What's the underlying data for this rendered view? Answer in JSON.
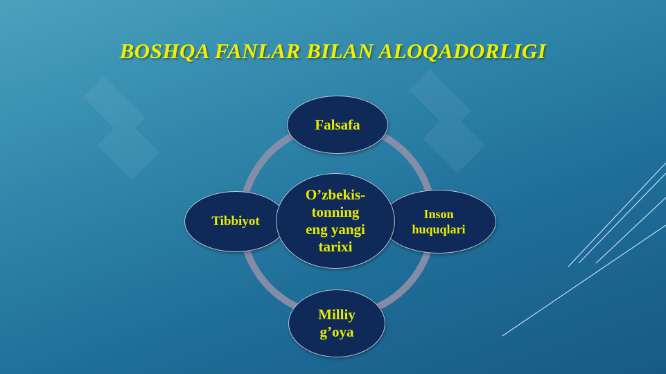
{
  "title": "BOSHQA FANLAR BILAN ALOQADORLIGI",
  "center": {
    "label": "O’zbekis-\ntonning\neng yangi\ntarixi"
  },
  "nodes": {
    "top": "Falsafa",
    "right": "Inson\nhuquqlari",
    "bottom": "Milliy\ng’oya",
    "left": "Tibbiyot"
  },
  "colors": {
    "text": "#f0f000",
    "node_fill": "#0f2a58",
    "ring": "#8f8fa8"
  }
}
